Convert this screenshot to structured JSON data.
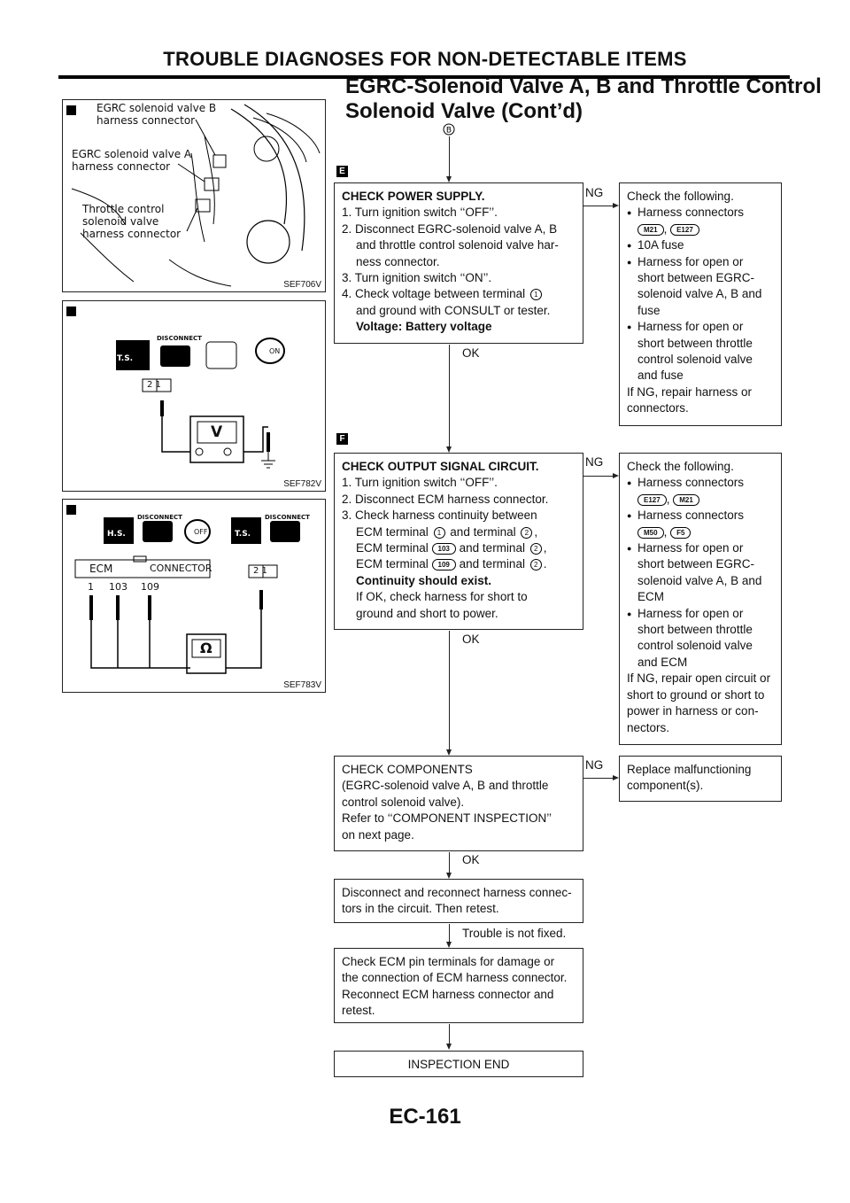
{
  "header": {
    "section": "TROUBLE DIAGNOSES FOR NON-DETECTABLE ITEMS",
    "title_line1": "EGRC-Solenoid Valve A, B and Throttle Control",
    "title_line2": "Solenoid Valve (Cont’d)"
  },
  "start_marker": "B",
  "marks": {
    "e": "E",
    "f": "F"
  },
  "steps": {
    "power": {
      "title": "CHECK POWER SUPPLY.",
      "lines": [
        "1. Turn ignition switch ‘‘OFF’’.",
        "2. Disconnect EGRC-solenoid valve A, B",
        "and throttle control solenoid valve har-",
        "ness connector.",
        "3. Turn ignition switch ‘‘ON’’.",
        "4. Check voltage between terminal",
        "and ground with CONSULT or tester."
      ],
      "pin1": "1",
      "spec": "Voltage: Battery voltage",
      "ok": "OK",
      "ng": "NG",
      "ng_box": {
        "head": "Check the following.",
        "b1": "Harness connectors",
        "c1": "M21",
        "c2": "E127",
        "b2": "10A fuse",
        "b3": "Harness for open or",
        "b3b": "short between EGRC-",
        "b3c": "solenoid valve A, B and",
        "b3d": "fuse",
        "b4": "Harness for open or",
        "b4b": "short between throttle",
        "b4c": "control solenoid valve",
        "b4d": "and fuse",
        "tail1": "If NG, repair harness or",
        "tail2": "connectors."
      }
    },
    "output": {
      "title": "CHECK OUTPUT SIGNAL CIRCUIT.",
      "l1": "1. Turn ignition switch ‘‘OFF’’.",
      "l2": "2. Disconnect ECM harness connector.",
      "l3": "3. Check harness continuity between",
      "t1a": "ECM terminal",
      "p1": "1",
      "and": "and terminal",
      "p2": "2",
      "c103": "103",
      "c109": "109",
      "spec": "Continuity should exist.",
      "note1": "If OK, check harness for short to",
      "note2": "ground and short to power.",
      "ok": "OK",
      "ng": "NG",
      "ng_box": {
        "head": "Check the following.",
        "b1": "Harness connectors",
        "c1": "E127",
        "c2": "M21",
        "b2": "Harness connectors",
        "c3": "M50",
        "c4": "F5",
        "b3": "Harness for open or",
        "b3b": "short between EGRC-",
        "b3c": "solenoid valve A, B and",
        "b3d": "ECM",
        "b4": "Harness for open or",
        "b4b": "short between throttle",
        "b4c": "control solenoid valve",
        "b4d": "and ECM",
        "tail1": "If NG, repair open circuit or",
        "tail2": "short to ground or short to",
        "tail3": "power in harness or con-",
        "tail4": "nectors."
      }
    },
    "components": {
      "l1": "CHECK COMPONENTS",
      "l2": "(EGRC-solenoid valve A, B and throttle",
      "l3": "control solenoid valve).",
      "l4": "Refer to ‘‘COMPONENT INSPECTION’’",
      "l5": "on next page.",
      "ok": "OK",
      "ng": "NG",
      "ng1": "Replace malfunctioning",
      "ng2": "component(s)."
    },
    "reconnect": {
      "l1": "Disconnect and reconnect harness connec-",
      "l2": "tors in the circuit. Then retest.",
      "result": "Trouble is not fixed."
    },
    "ecm_pins": {
      "l1": "Check ECM pin terminals for damage or",
      "l2": "the connection of ECM harness connector.",
      "l3": "Reconnect ECM harness connector and",
      "l4": "retest."
    },
    "end": "INSPECTION END"
  },
  "figures": {
    "f1": {
      "code": "SEF706V",
      "lb": "EGRC solenoid valve B",
      "lb2": "harness connector",
      "la": "EGRC solenoid valve A",
      "la2": "harness connector",
      "lt": "Throttle control",
      "lt2": "solenoid valve",
      "lt3": "harness connector"
    },
    "f2": {
      "code": "SEF782V",
      "ts": "T.S.",
      "disc": "DISCONNECT",
      "on": "ON",
      "pins": "2  1",
      "meter": "V"
    },
    "f3": {
      "code": "SEF783V",
      "hs": "H.S.",
      "ts": "T.S.",
      "disc1": "DISCONNECT",
      "disc2": "DISCONNECT",
      "off": "OFF",
      "ecm": "ECM",
      "conn": "CONNECTOR",
      "n1": "1",
      "n2": "103",
      "n3": "109",
      "pins": "2  1",
      "meter": "Ω"
    }
  },
  "footer": {
    "page": "EC-161"
  }
}
